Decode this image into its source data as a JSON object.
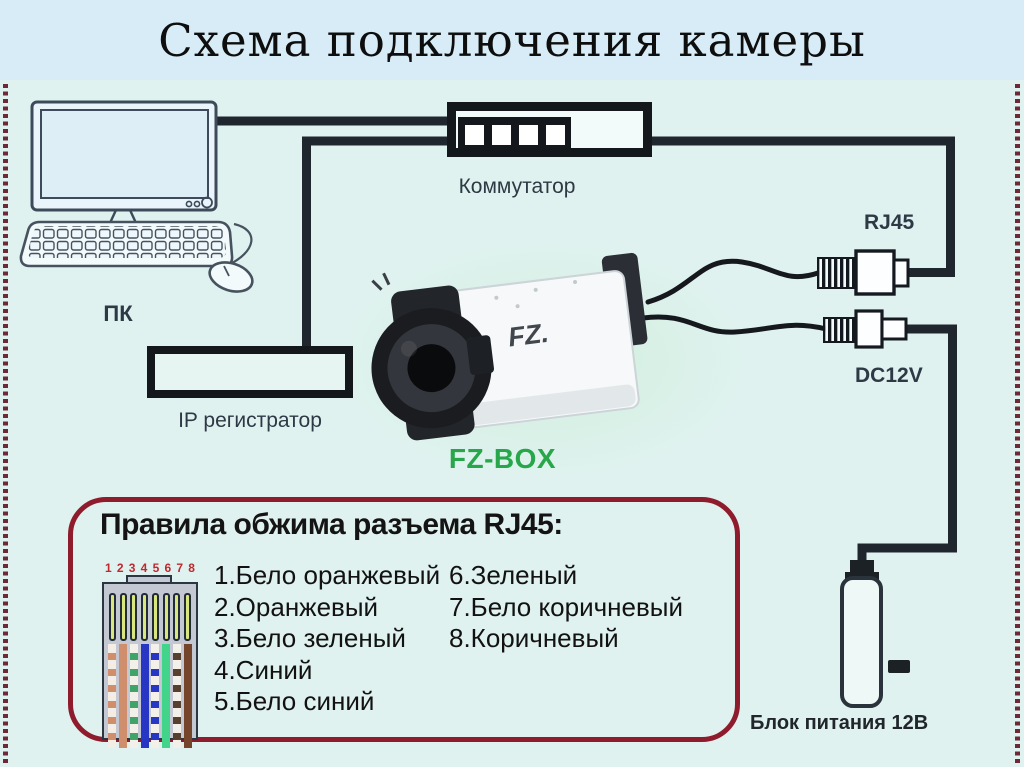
{
  "title": "Схема подключения камеры",
  "diagram": {
    "pc_label": "ПК",
    "switch_label": "Коммутатор",
    "recorder_label": "IP регистратор",
    "camera_label": "FZ-BOX",
    "camera_logo": "FZ.",
    "rj45_label": "RJ45",
    "dc_label": "DC12V",
    "psu_label": "Блок питания 12В"
  },
  "crimp_box": {
    "title": "Правила обжима разъема RJ45:",
    "pin_numbers": [
      "1",
      "2",
      "3",
      "4",
      "5",
      "6",
      "7",
      "8"
    ],
    "wires": [
      {
        "name": "бело-оранжевый",
        "base": "#f3ede6",
        "stripe": "#cf8f6d"
      },
      {
        "name": "оранжевый",
        "base": "#cf8f6d"
      },
      {
        "name": "бело-зеленый",
        "base": "#f3f0ea",
        "stripe": "#3fa467"
      },
      {
        "name": "синий",
        "base": "#2737c4"
      },
      {
        "name": "бело-синий",
        "base": "#f3f0ea",
        "stripe": "#2737c4"
      },
      {
        "name": "зеленый",
        "base": "#43d48c"
      },
      {
        "name": "бело-коричневый",
        "base": "#f3f0ea",
        "stripe": "#58402e"
      },
      {
        "name": "коричневый",
        "base": "#74452a"
      }
    ],
    "items_col1": [
      "1.Бело оранжевый",
      "2.Оранжевый",
      "3.Бело зеленый",
      "4.Синий",
      "5.Бело синий"
    ],
    "items_col2": [
      "6.Зеленый",
      "7.Бело коричневый",
      "8.Коричневый"
    ]
  },
  "colors": {
    "box_border_red": "#8e1c2c",
    "camera_label_green": "#27a64a",
    "pin_number_red": "#c1272d",
    "line_dark": "#20262e",
    "title_band_blue": "#d7ecf6",
    "background": "#e0f2f0"
  }
}
